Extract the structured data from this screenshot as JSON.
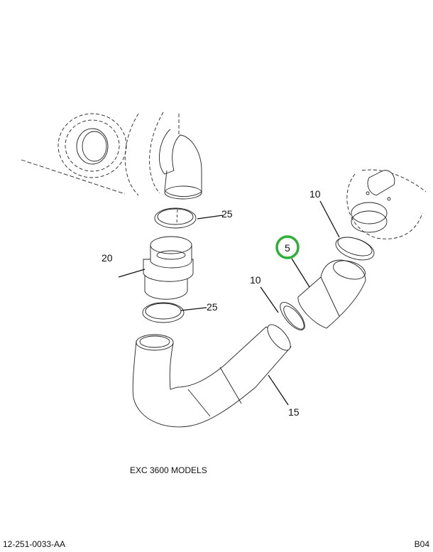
{
  "diagram": {
    "callouts": [
      {
        "id": "25a",
        "label": "25"
      },
      {
        "id": "20",
        "label": "20"
      },
      {
        "id": "25b",
        "label": "25"
      },
      {
        "id": "10a",
        "label": "10"
      },
      {
        "id": "5",
        "label": "5",
        "highlighted": true
      },
      {
        "id": "10b",
        "label": "10"
      },
      {
        "id": "15",
        "label": "15"
      }
    ],
    "highlight_color": "#2db034",
    "note": "EXC 3600 MODELS"
  },
  "footer": {
    "drawing_number": "12-251-0033-AA",
    "sheet_code": "B04"
  }
}
